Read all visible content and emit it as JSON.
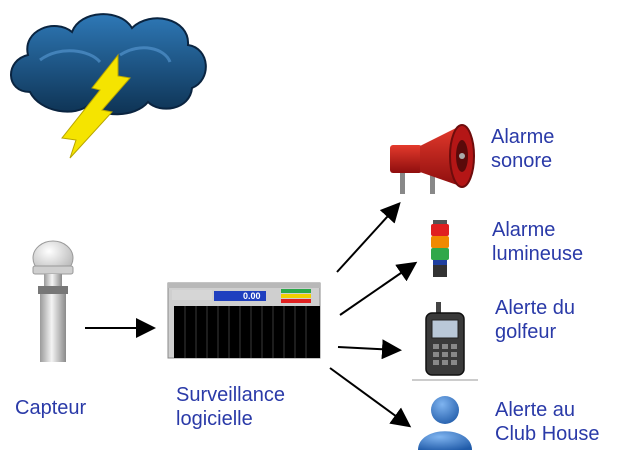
{
  "nodes": {
    "sensor": {
      "label": "Capteur"
    },
    "software": {
      "label": "Surveillance\nlogicielle",
      "screen_value": "0.00"
    },
    "outputs": [
      {
        "id": "sound",
        "label": "Alarme\nsonore",
        "icon": "siren-icon"
      },
      {
        "id": "light",
        "label": "Alarme\nlumineuse",
        "icon": "signal-tower-icon"
      },
      {
        "id": "golfer",
        "label": "Alerte du\ngolfeur",
        "icon": "pager-icon"
      },
      {
        "id": "clubhouse",
        "label": "Alerte au\nClub House",
        "icon": "person-icon"
      }
    ]
  },
  "colors": {
    "label": "#2a3aa8",
    "cloud": "#1f5c8f",
    "lightning": "#f5e400",
    "arrow": "#000000",
    "siren": "#c21818",
    "person": "#3b7fd1"
  }
}
